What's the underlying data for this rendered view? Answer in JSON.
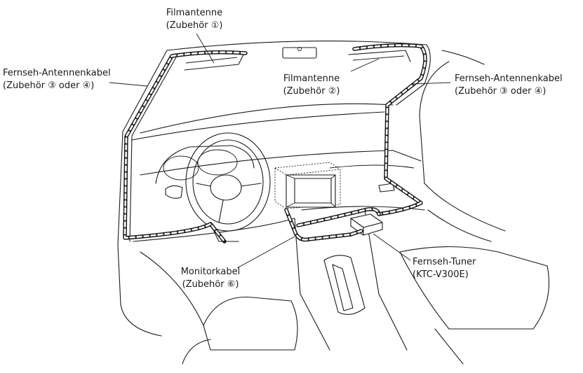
{
  "labels": {
    "film_antenna_1": {
      "line1": "Filmantenne",
      "line2": "(Zubehör ①)"
    },
    "film_antenna_2": {
      "line1": "Filmantenne",
      "line2": "(Zubehör ②)"
    },
    "tv_cable_left": {
      "line1": "Fernseh-Antennenkabel",
      "line2": "(Zubehör ③ oder ④)"
    },
    "tv_cable_right": {
      "line1": "Fernseh-Antennenkabel",
      "line2": "(Zubehör ③ oder ④)"
    },
    "monitor_cable": {
      "line1": "Monitorkabel",
      "line2": "(Zubehör ⑥)"
    },
    "tv_tuner": {
      "line1": "Fernseh-Tuner",
      "line2": "(KTC-V300E)"
    }
  }
}
